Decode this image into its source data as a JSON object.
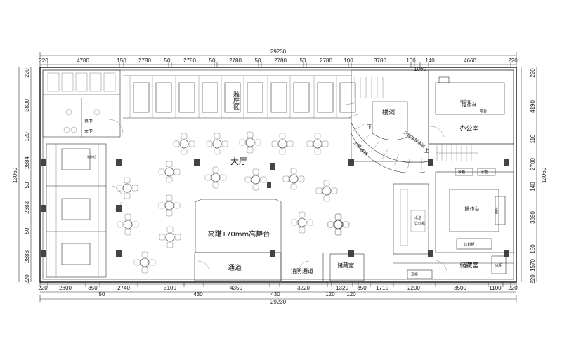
{
  "dimensions": {
    "top_overall": "29230",
    "bottom_overall": "29230",
    "top_row": [
      "220",
      "4700",
      "150",
      "2780",
      "50",
      "2780",
      "50",
      "2780",
      "50",
      "2780",
      "50",
      "2780",
      "100",
      "3780",
      "100",
      "140",
      "4660",
      "220"
    ],
    "top_sub": "1060",
    "bottom_row": [
      "220",
      "2600",
      "850",
      "2740",
      "3100",
      "4350",
      "3220",
      "1320",
      "850",
      "1710",
      "2200",
      "3500",
      "1100",
      "220"
    ],
    "bottom_sub": [
      "50",
      "430",
      "430",
      "120",
      "120"
    ],
    "left_side": [
      "220",
      "3800",
      "120",
      "2884",
      "50",
      "2883",
      "50",
      "2883",
      "220"
    ],
    "left_overall": "13060",
    "right_side": [
      "220",
      "4190",
      "110",
      "2780",
      "140",
      "3890",
      "150",
      "1570",
      "220"
    ],
    "right_overall": "13060"
  },
  "rooms": {
    "hall": "大厅",
    "stage": "高躇170mm高舞台",
    "passage": "通道",
    "fire_passage": "消防通道",
    "storage_1": "储藏室",
    "storage_2": "储藏室",
    "stairs": "楼洞",
    "office": "办公室",
    "booths": "雅座区",
    "ops_table_1": "操作台",
    "ops_table_2": "操作台",
    "stair_down": "下",
    "stair_up": "上",
    "stair_note": "三楼楼梯通道",
    "stair_side_1": "上楼",
    "stair_side_2": "楼梯",
    "washroom_m": "男卫",
    "washroom_f": "女卫"
  },
  "small_labels": {
    "office_1": "操作台",
    "office_2": "吧台",
    "side_1": "冰箱",
    "side_2": "冰箱",
    "side_3": "冰柜",
    "prep_1": "饮料柜",
    "kitchen_1": "水池",
    "kitchen_2": "饮料机",
    "kitchen_3": "酒柜",
    "kitchen_4": "冰柜",
    "booth_tag": "装饰柜"
  }
}
